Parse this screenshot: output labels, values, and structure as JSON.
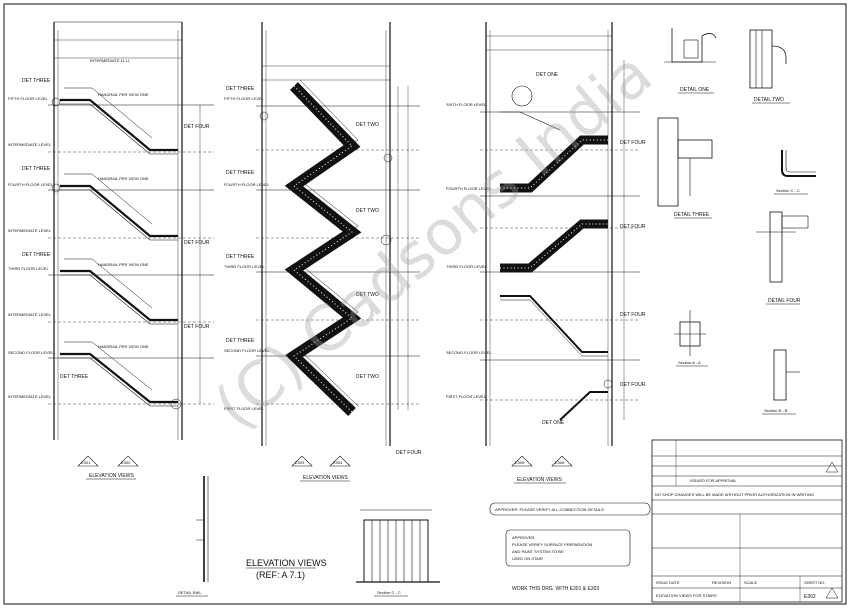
{
  "watermark": "(C) Cadsons India",
  "views": {
    "view1": {
      "floors": [
        "FIFTH FLOOR LEVEL",
        "FOURTH FLOOR LEVEL",
        "THIRD FLOOR LEVEL",
        "SECOND FLOOR LEVEL"
      ],
      "intermediate": "INTERMEDIATE LEVEL",
      "stair_top_label": "INTERMEDIATE 11 LL",
      "det_three": "DET THREE",
      "det_four": "DET FOUR",
      "handrail_note": "HANDRAIL PER VIEW ONE",
      "flags": [
        "E301",
        "E302"
      ]
    },
    "view2": {
      "floors": [
        "FIFTH FLOOR LEVEL",
        "FOURTH FLOOR LEVEL",
        "THIRD FLOOR LEVEL",
        "SECOND FLOOR LEVEL",
        "FIRST FLOOR LEVEL"
      ],
      "det_three": "DET THREE",
      "det_two": "DET TWO",
      "det_four": "DET FOUR",
      "flags": [
        "E303",
        "E304"
      ]
    },
    "view3": {
      "floors": [
        "SIXTH FLOOR LEVEL",
        "FOURTH FLOOR LEVEL",
        "THIRD FLOOR LEVEL",
        "SECOND FLOOR LEVEL",
        "FIRST FLOOR LEVEL"
      ],
      "det_one": "DET ONE",
      "det_four": "DET FOUR",
      "flags": [
        "E305",
        "E306"
      ]
    }
  },
  "view_titles": {
    "elevation_views_1": "ELEVATION VIEWS",
    "elevation_views_2": "ELEVATION VIEWS",
    "elevation_views_3": "ELEVATION VIEWS"
  },
  "details": {
    "detail_one": "DETAIL ONE",
    "detail_two": "DETAIL TWO",
    "detail_three": "DETAIL THREE",
    "detail_four": "DETAIL FOUR",
    "section_a": "Section A - A",
    "section_b": "Section B - B",
    "section_c": "Section C - C",
    "section_c2": "Section C - C",
    "detail_rail": "DETAIL RAIL"
  },
  "notes": {
    "approver_note": "APPROVER: PLEASE VERIFY ALL CONNECTION DETAILS",
    "approver_box": [
      "APPROVER:",
      "PLEASE VERIFY SURFACE PREPARATION",
      "AND PAINT SYSTEM TO BE",
      "USED ON STAIR"
    ],
    "work_note": "WORK THIS DRG. WITH E301 & E303",
    "elevation_views_ref_1": "ELEVATION VIEWS",
    "elevation_views_ref_2": "(REF: A 7.1)"
  },
  "title_block": {
    "revision_note": "ISSUED FOR APPROVAL",
    "changes_note": "NO SHOP CHANGES WILL BE MADE WITHOUT PRIOR AUTHORIZATION IN WRITING",
    "rows": [
      "ISSUE DATE",
      "REVISION",
      "SCALE",
      "SHEET NO."
    ],
    "sheet_no": "E302",
    "project_line": "ELEVATION VIEWS FOR STAIRS"
  }
}
